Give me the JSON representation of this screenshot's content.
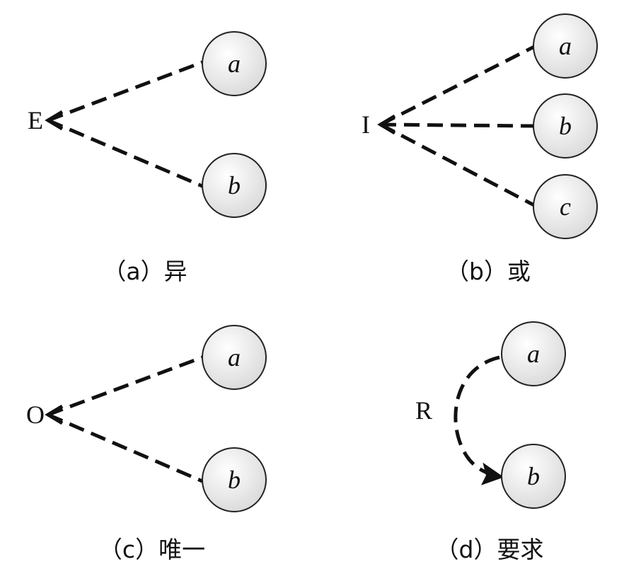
{
  "panels": {
    "a": {
      "source_label": "E",
      "nodes": [
        "a",
        "b"
      ],
      "caption": "（a）异"
    },
    "b": {
      "source_label": "I",
      "nodes": [
        "a",
        "b",
        "c"
      ],
      "caption": "（b）或"
    },
    "c": {
      "source_label": "O",
      "nodes": [
        "a",
        "b"
      ],
      "caption": "（c）唯一"
    },
    "d": {
      "relation_label": "R",
      "nodes": [
        "a",
        "b"
      ],
      "caption": "（d）要求"
    }
  }
}
